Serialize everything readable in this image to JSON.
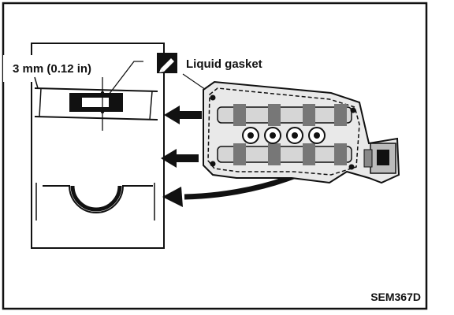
{
  "labels": {
    "dimension": "3 mm (0.12 in)",
    "gasket": "Liquid gasket",
    "figure_code": "SEM367D"
  },
  "icons": {
    "gasket_tube": "liquid-gasket-tube-icon"
  },
  "colors": {
    "ink": "#111111",
    "paper": "#ffffff"
  }
}
